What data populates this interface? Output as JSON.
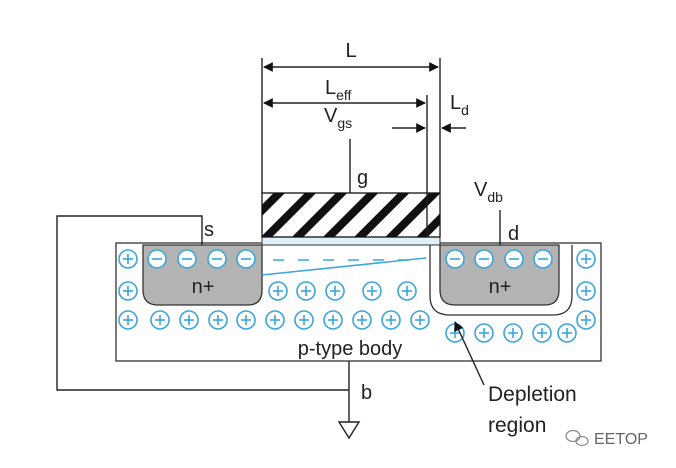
{
  "labels": {
    "L": "L",
    "Leff_main": "L",
    "Leff_sub": "eff",
    "Ld_main": "L",
    "Ld_sub": "d",
    "Vgs_main": "V",
    "Vgs_sub": "gs",
    "Vdb_main": "V",
    "Vdb_sub": "db",
    "gate": "g",
    "source": "s",
    "drain": "d",
    "body_terminal": "b",
    "source_region": "n+",
    "drain_region": "n+",
    "body": "p-type body",
    "depletion_line1": "Depletion",
    "depletion_line2": "region"
  },
  "watermark": "EETOP",
  "colors": {
    "accent_ions": "#3aa6dd",
    "nplus_fill": "#b3b3b3",
    "gate_oxide": "#dff0fb"
  },
  "ion_symbols": {
    "positive": "plus-in-circle",
    "negative": "minus-in-circle"
  }
}
